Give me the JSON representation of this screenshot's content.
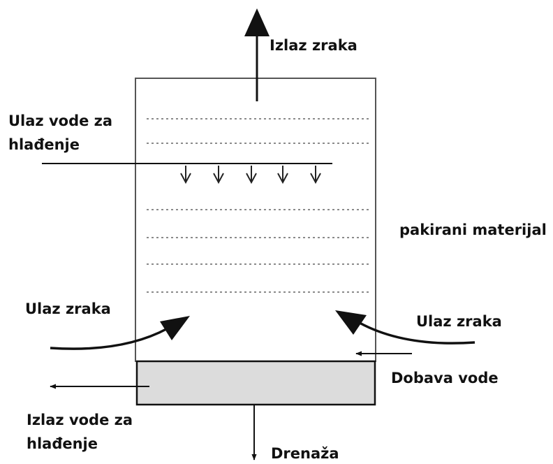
{
  "labels": {
    "air_out": "Izlaz zraka",
    "cooling_water_in_line1": "Ulaz vode za",
    "cooling_water_in_line2": "hlađenje",
    "packing": "pakirani materijal",
    "air_in_left": "Ulaz zraka",
    "air_in_right": "Ulaz zraka",
    "water_supply": "Dobava vode",
    "cooling_water_out_line1": "Izlaz vode za",
    "cooling_water_out_line2": "hlađenje",
    "drain": "Drenaža"
  },
  "colors": {
    "stroke": "#111111",
    "basin_fill": "#dcdcdc",
    "packing_dots": "#8a8a8a"
  }
}
